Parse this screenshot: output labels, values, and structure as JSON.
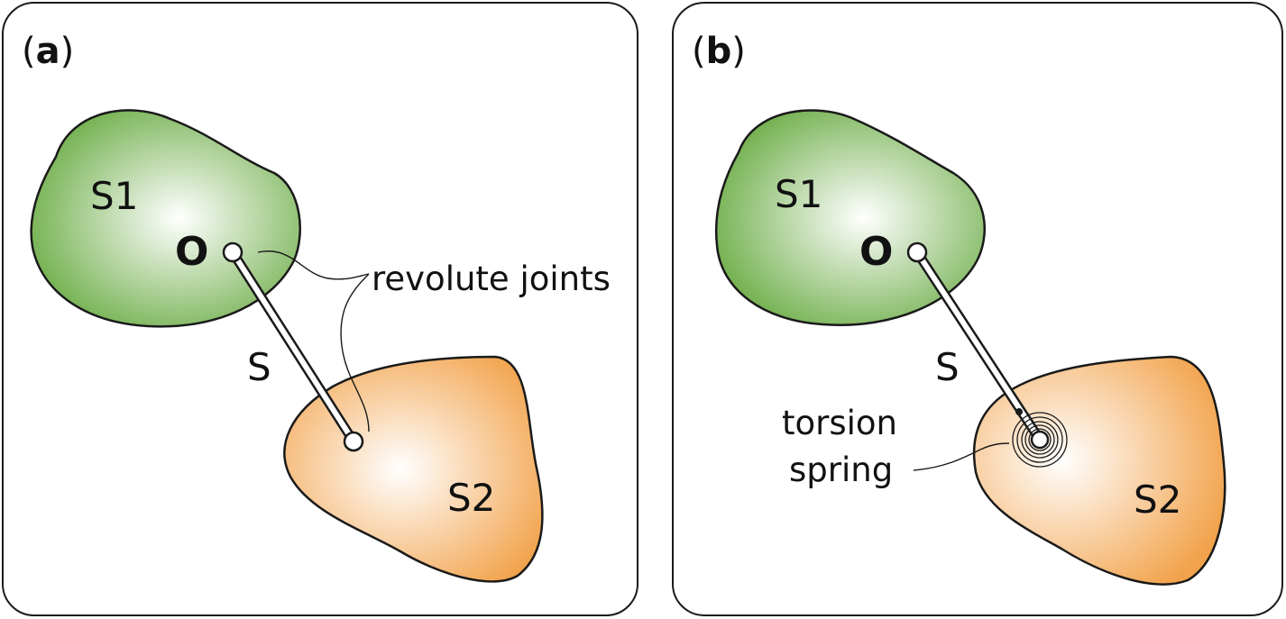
{
  "panels": [
    {
      "id": "a",
      "label_open": "(",
      "label_letter": "a",
      "label_close": ")",
      "body1": "S1",
      "body2": "S2",
      "origin": "O",
      "link": "S",
      "annotation": "revolute joints"
    },
    {
      "id": "b",
      "label_open": "(",
      "label_letter": "b",
      "label_close": ")",
      "body1": "S1",
      "body2": "S2",
      "origin": "O",
      "link": "S",
      "annotation_line1": "torsion",
      "annotation_line2": "spring"
    }
  ],
  "colors": {
    "body1_fill_center": "#ffffff",
    "body1_fill_edge": "#6fae4a",
    "body2_fill_center": "#ffffff",
    "body2_fill_edge": "#f2a24a",
    "outline": "#1a1a1a"
  }
}
